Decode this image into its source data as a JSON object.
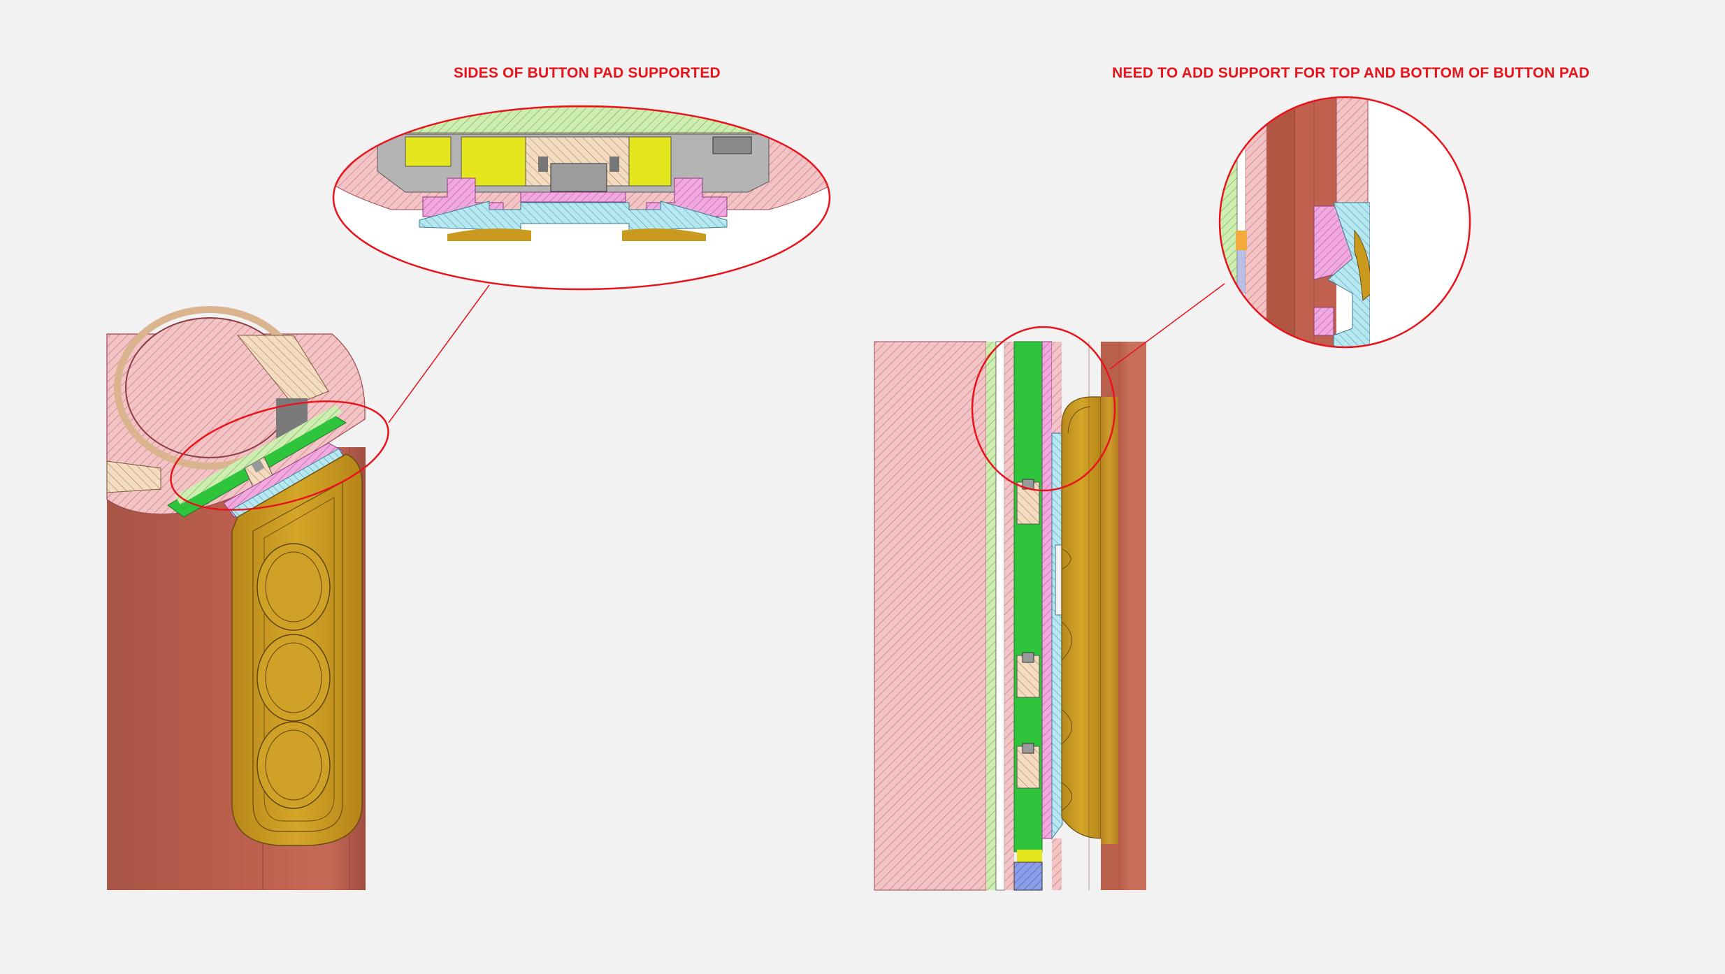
{
  "captions": {
    "left": "SIDES OF BUTTON PAD SUPPORTED",
    "right": "NEED TO ADD SUPPORT FOR TOP AND BOTTOM OF BUTTON PAD"
  },
  "colors": {
    "background": "#f2f2f2",
    "annotation_red": "#e8141c",
    "housing": "#b85a48",
    "housing_section_pink": "#f0b4b8",
    "button_pad_gold": "#c99a1e",
    "pcb_green": "#2ec43c",
    "mount_green_hatch": "#c8eba4",
    "switch_tan": "#f1d2b0",
    "retainer_magenta": "#ef8fd4",
    "membrane_cyan": "#a8e3ef",
    "component_yellow": "#e6e61e",
    "gray_part": "#9a9a9a",
    "orange_actuator": "#f3a93c"
  },
  "views": {
    "left": "isometric-section-with-side-support",
    "right": "longitudinal-section-needs-top-bottom-support"
  }
}
